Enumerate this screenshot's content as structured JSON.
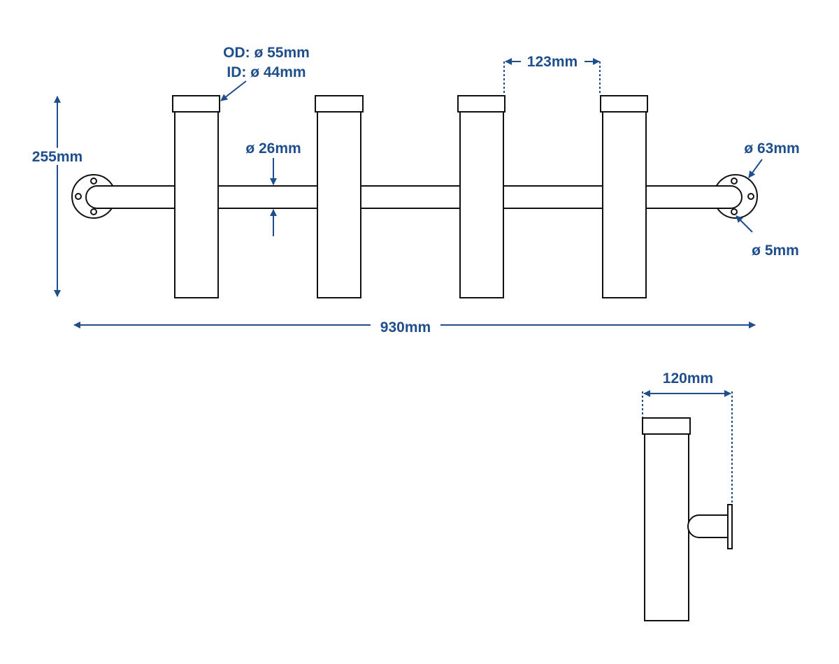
{
  "colors": {
    "dimension": "#1f4e8c",
    "outline": "#111111",
    "background": "#ffffff"
  },
  "labels": {
    "od": "OD: ø 55mm",
    "id": "ID: ø 44mm",
    "spacing": "123mm",
    "rail_diameter": "ø 26mm",
    "height": "255mm",
    "flange_diameter": "ø 63mm",
    "hole_diameter": "ø 5mm",
    "total_length": "930mm",
    "depth": "120mm"
  }
}
